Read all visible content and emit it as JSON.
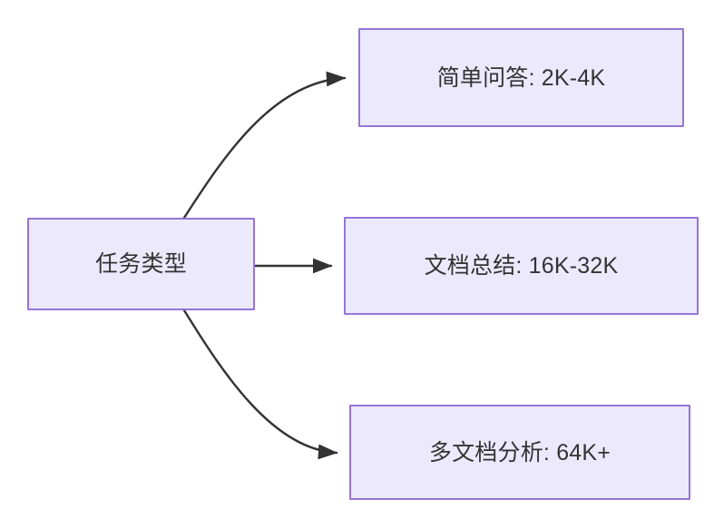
{
  "diagram": {
    "type": "flowchart",
    "direction": "left-to-right",
    "background_color": "#ffffff",
    "node_fill_color": "#ece9fc",
    "node_border_color": "#9675d6",
    "node_text_color": "#333333",
    "edge_color": "#333333",
    "root": {
      "id": "root",
      "label": "任务类型"
    },
    "branches": [
      {
        "id": "simple-qa",
        "label": "简单问答: 2K-4K",
        "task": "简单问答",
        "context_length": "2K-4K",
        "edge_style": "curved-up"
      },
      {
        "id": "doc-summary",
        "label": "文档总结: 16K-32K",
        "task": "文档总结",
        "context_length": "16K-32K",
        "edge_style": "straight"
      },
      {
        "id": "multi-doc",
        "label": "多文档分析: 64K+",
        "task": "多文档分析",
        "context_length": "64K+",
        "edge_style": "curved-down"
      }
    ]
  }
}
